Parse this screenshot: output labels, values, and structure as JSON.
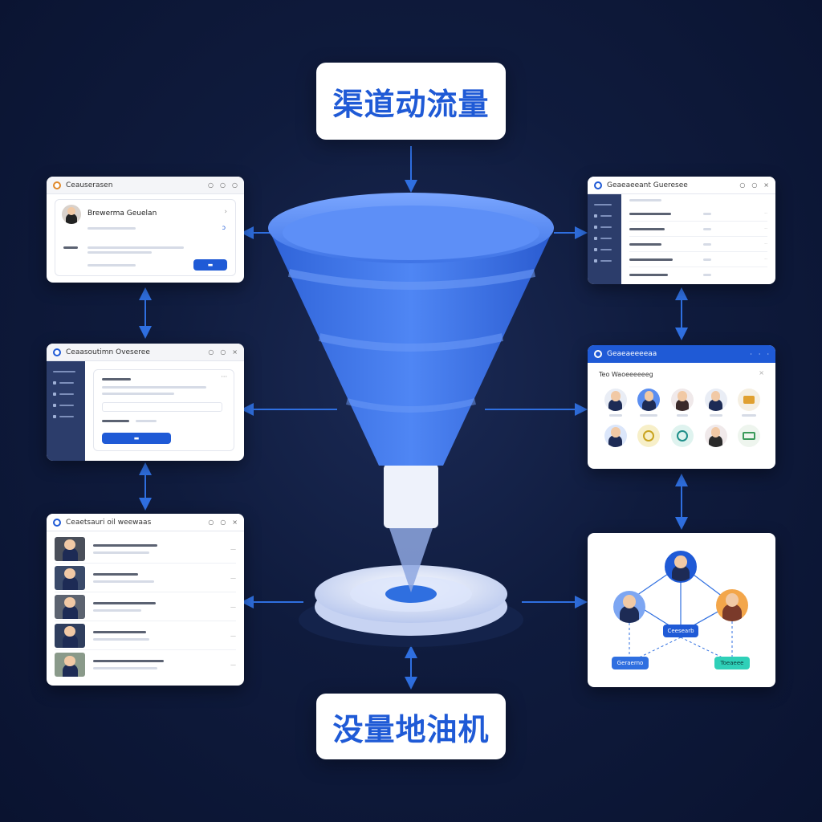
{
  "top_label": "渠道动流量",
  "bottom_label": "没量地油机",
  "colors": {
    "accent": "#1f5ad6",
    "background": "#0f1b3d",
    "funnel": "#3f78f0",
    "arrow": "#2f6fe0"
  },
  "panels": {
    "profile": {
      "title": "Ceauserasen",
      "name": "Brewerma Geuelan"
    },
    "form": {
      "title": "Ceaasoutimn Oveseree"
    },
    "people_list": {
      "title": "Ceaetsauri oil weewaas"
    },
    "table": {
      "title": "Geaeaeeant Gueresee"
    },
    "team_grid": {
      "title": "Geaeaeeeeaa",
      "subtitle": "Teo Waoeeeeeeg"
    },
    "network": {
      "center_node": "Ceesearb",
      "left_node": "Geraerno",
      "right_node": "Toeaeee"
    }
  }
}
